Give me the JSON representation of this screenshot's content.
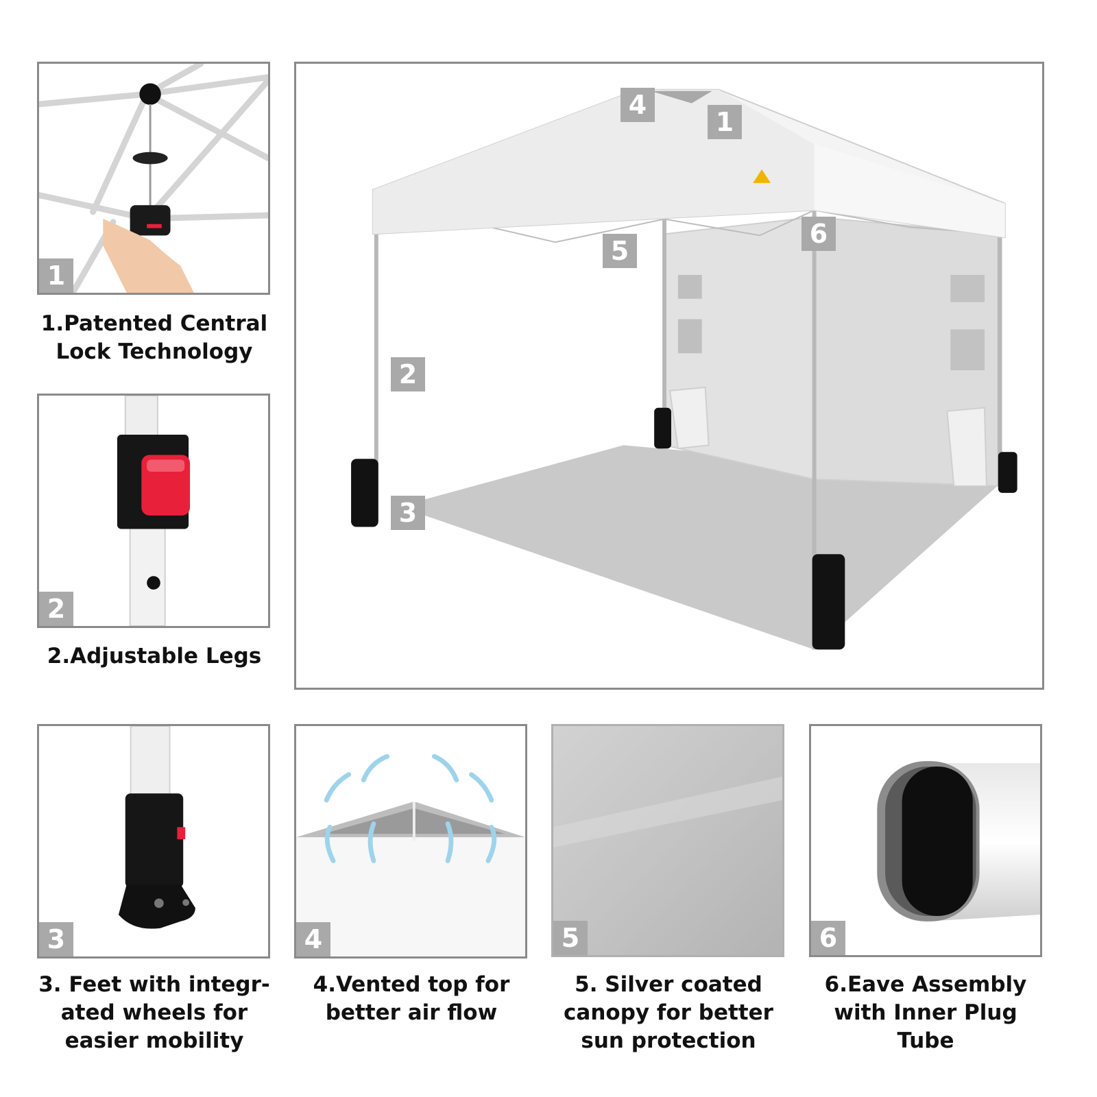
{
  "features": [
    {
      "number": "1",
      "caption": "1.Patented Central\nLock Technology"
    },
    {
      "number": "2",
      "caption": "2.Adjustable Legs"
    },
    {
      "number": "3",
      "caption": "3. Feet with integr-\nated wheels for\neasier mobility"
    },
    {
      "number": "4",
      "caption": "4.Vented top for\nbetter air flow"
    },
    {
      "number": "5",
      "caption": "5. Silver coated\ncanopy for better\nsun protection"
    },
    {
      "number": "6",
      "caption": "6.Eave Assembly\nwith Inner Plug\nTube"
    }
  ],
  "main_badges": [
    "4",
    "1",
    "5",
    "6",
    "2",
    "3"
  ],
  "colors": {
    "badge": "#a9a9a9",
    "frame": "#8a8a8a",
    "lock_red": "#e8203a",
    "vent_arrow": "#9ed3ec"
  }
}
